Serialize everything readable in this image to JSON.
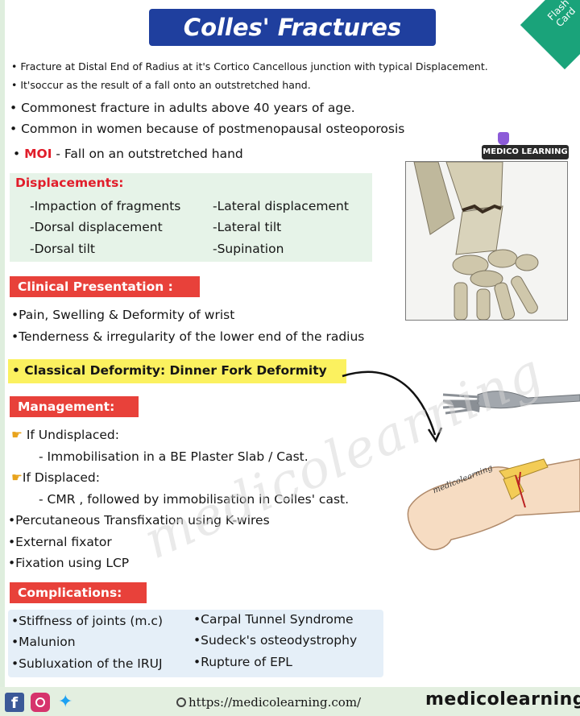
{
  "title": "Colles' Fractures",
  "corner_tag": "Flash Card",
  "intro": [
    "• Fracture at Distal End of Radius at it's Cortico Cancellous junction with typical Displacement.",
    "• It'soccur as the result of a fall onto an outstretched hand."
  ],
  "facts": [
    "• Commonest fracture in adults above 40 years of age.",
    "• Common in women because of postmenopausal osteoporosis"
  ],
  "moi": {
    "bullet": "•",
    "label": "MOI",
    "text": " - Fall on an outstretched hand"
  },
  "logo_small": "MEDICO LEARNING",
  "displacements": {
    "heading": "Displacements:",
    "left": [
      "-Impaction of fragments",
      "-Dorsal displacement",
      "-Dorsal tilt"
    ],
    "right": [
      "-Lateral displacement",
      "-Lateral tilt",
      "-Supination"
    ]
  },
  "clinical": {
    "heading": "Clinical Presentation :",
    "items": [
      "•Pain, Swelling & Deformity of wrist",
      "•Tenderness & irregularity of the lower end of the radius"
    ]
  },
  "classical": "• Classical Deformity: Dinner Fork Deformity",
  "management": {
    "heading": "Management:",
    "undisplaced": "If Undisplaced:",
    "undisplaced_item": "- Immobilisation in a BE Plaster Slab / Cast.",
    "displaced": "If Displaced:",
    "displaced_item": "- CMR , followed by immobilisation in Colles' cast.",
    "others": [
      "•Percutaneous Transfixation using K-wires",
      "•External fixator",
      "•Fixation using LCP"
    ]
  },
  "complications": {
    "heading": "Complications:",
    "left": [
      "•Stiffness of joints (m.c)",
      "•Malunion",
      "•Subluxation of the IRUJ"
    ],
    "right": [
      "•Carpal Tunnel Syndrome",
      "•Sudeck's osteodystrophy",
      "•Rupture of EPL"
    ]
  },
  "hand_label": "medicolearning",
  "watermark": "medicolearning",
  "footer": {
    "url": "https://medicolearning.com/",
    "brand": "medicolearning"
  },
  "colors": {
    "title_bg": "#1f3f9e",
    "header_red": "#e8413a",
    "highlight_yellow": "#fbf15f",
    "green_box": "#e6f3e8",
    "blue_box": "#e5eff8"
  }
}
